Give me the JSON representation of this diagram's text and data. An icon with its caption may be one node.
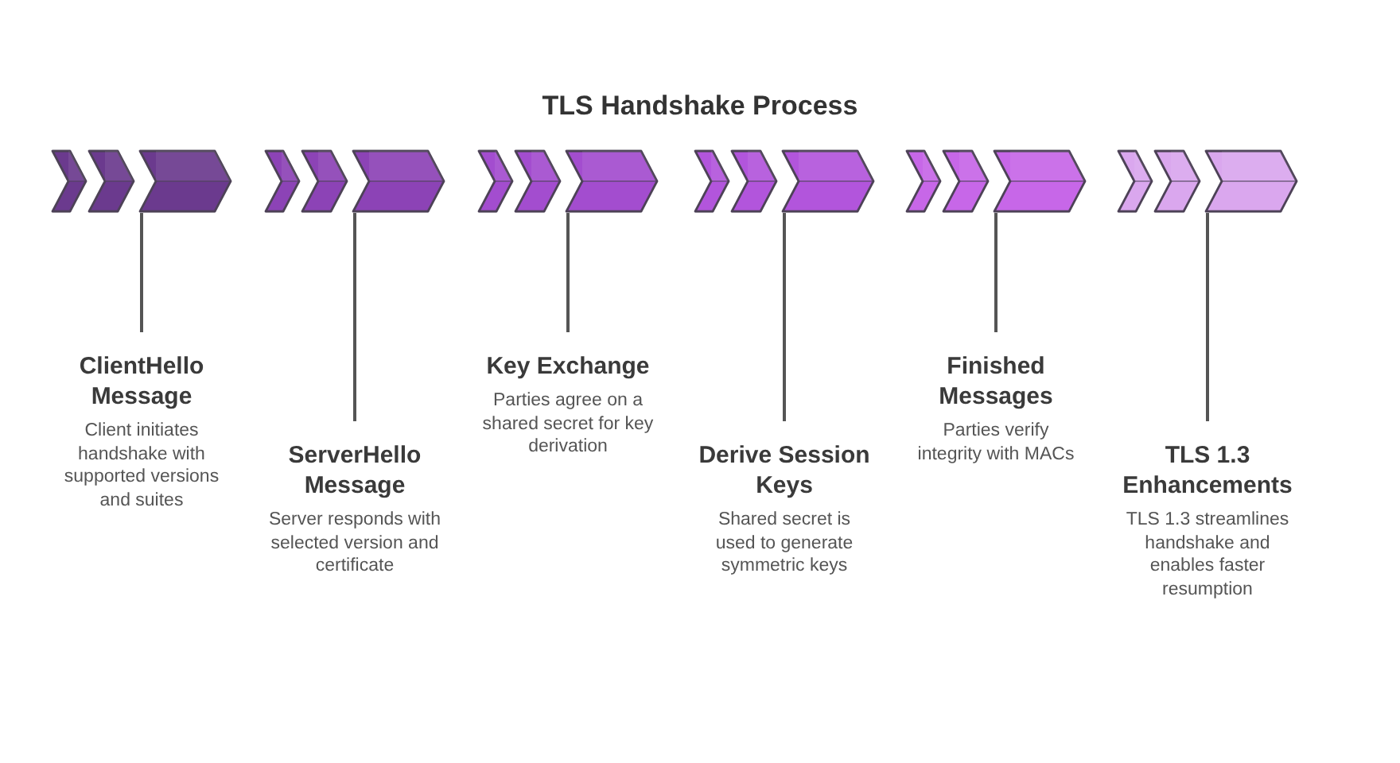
{
  "diagram": {
    "title": "TLS Handshake Process",
    "nodes": [
      {
        "text": [],
        "shape": "chevron"
      },
      {
        "text": [],
        "shape": "chevron"
      },
      {
        "text": [],
        "shape": "chevron"
      },
      {
        "text": [],
        "shape": "chevron"
      },
      {
        "text": [],
        "shape": "chevron"
      },
      {
        "text": [],
        "shape": "chevron"
      },
      {
        "text": [
          "ClientHello Message",
          "Client initiates handshake with supported versions and suites"
        ]
      },
      {
        "text": [
          "ServerHello Message",
          "Server responds with selected version and certificate"
        ]
      },
      {
        "text": [
          "Key Exchange",
          "Parties agree on a shared secret for key derivation"
        ]
      },
      {
        "text": [
          "Derive Session Keys",
          "Shared secret is used to generate symmetric keys"
        ]
      },
      {
        "text": [
          "Finished Messages",
          "Parties verify integrity with MACs"
        ]
      },
      {
        "text": [
          "TLS 1.3 Enhancements",
          "TLS 1.3 streamlines handshake and enables faster resumption"
        ]
      }
    ],
    "edges": [
      {
        "from": 6,
        "to": 0,
        "arrow": "none"
      },
      {
        "from": 7,
        "to": 1,
        "arrow": "none"
      },
      {
        "from": 8,
        "to": 2,
        "arrow": "none"
      },
      {
        "from": 9,
        "to": 3,
        "arrow": "none"
      },
      {
        "from": 10,
        "to": 4,
        "arrow": "none"
      },
      {
        "from": 11,
        "to": 5,
        "arrow": "none"
      }
    ]
  }
}
